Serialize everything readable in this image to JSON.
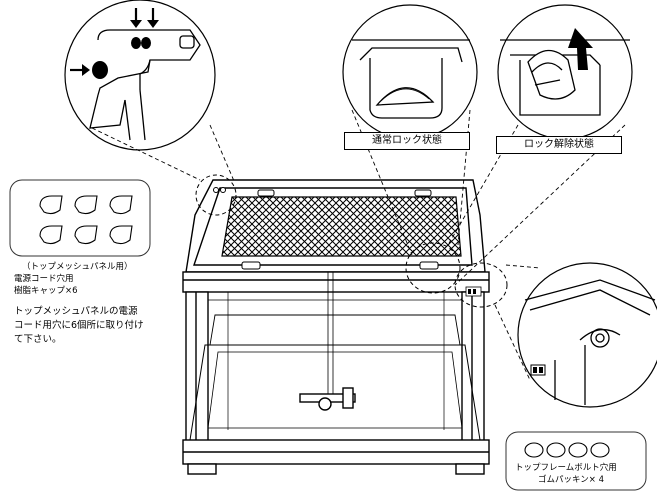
{
  "labels": {
    "normal_lock": "通常ロック状態",
    "lock_release": "ロック解除状態",
    "mesh_caption_line1": "（トップメッシュパネル用）",
    "mesh_caption_line2": "電源コード穴用",
    "mesh_caption_line3": "樹脂キャップ×6",
    "instruction_line1": "トップメッシュパネルの電源",
    "instruction_line2": "コード用穴に6個所に取り付け",
    "instruction_line3": "て下さい。",
    "gasket_line1": "トップフレームボルト穴用",
    "gasket_line2": "ゴムパッキン× 4"
  },
  "colors": {
    "line": "#000000",
    "mesh": "#000000",
    "background": "#ffffff"
  },
  "icons": {
    "push_arrows": "arrow-down-icon",
    "side_arrow": "arrow-right-icon",
    "lift_arrow": "arrow-up-icon"
  }
}
